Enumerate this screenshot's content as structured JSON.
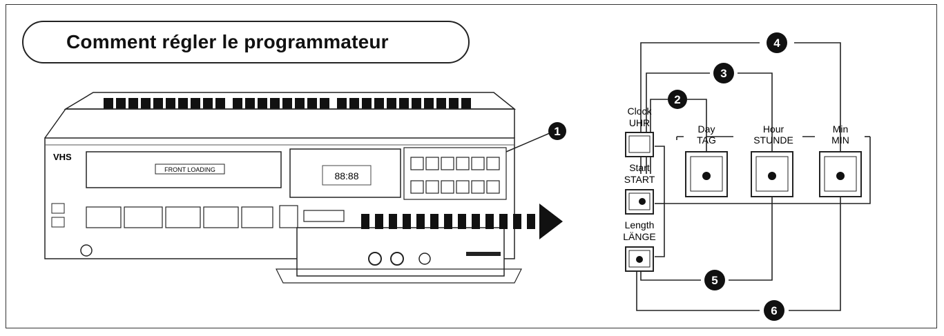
{
  "title": "Comment régler le programmateur",
  "vcr": {
    "brand": "VHS",
    "tray_label": "FRONT LOADING",
    "display_digits": "88:88",
    "callout_number": "1"
  },
  "diagram": {
    "buttons": {
      "clock": {
        "label_top": "Clock",
        "label_bottom": "UHR"
      },
      "start": {
        "label_top": "Start",
        "label_bottom": "START"
      },
      "length": {
        "label_top": "Length",
        "label_bottom": "LÄNGE"
      },
      "day": {
        "label_top": "Day",
        "label_bottom": "TAG"
      },
      "hour": {
        "label_top": "Hour",
        "label_bottom": "STUNDE"
      },
      "min": {
        "label_top": "Min",
        "label_bottom": "MIN"
      }
    },
    "steps": [
      "2",
      "3",
      "4",
      "5",
      "6"
    ]
  }
}
